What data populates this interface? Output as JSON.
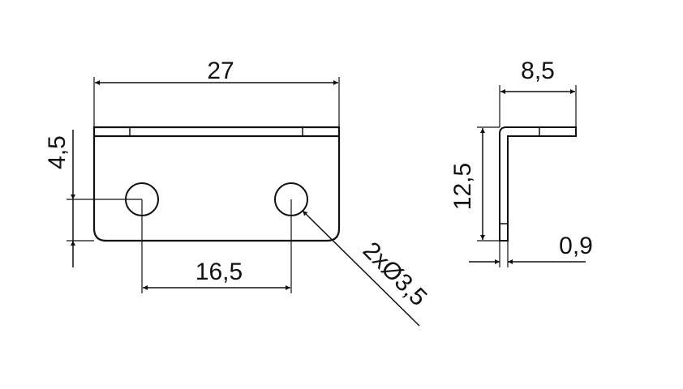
{
  "drawing": {
    "front_view": {
      "width_dim": "27",
      "hole_edge_dim": "4,5",
      "hole_spacing_dim": "16,5",
      "hole_callout": "2xØ3,5"
    },
    "side_view": {
      "flange_dim": "8,5",
      "height_dim": "12,5",
      "thickness_dim": "0,9"
    },
    "line_color": "#111111"
  }
}
